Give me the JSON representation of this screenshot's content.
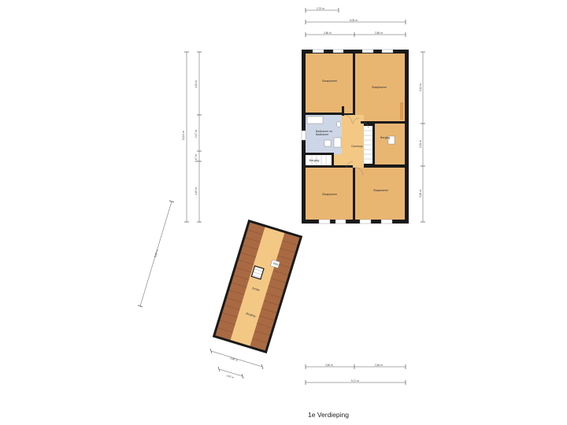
{
  "title": "1e Verdieping",
  "rooms": {
    "slaap_nw": "Slaapkamer",
    "slaap_ne": "Slaapkamer",
    "badkamer": "Badkamer en\nBadkamer",
    "overloop": "Overloop",
    "berging": "Berging",
    "trapgat": "Berging",
    "slaap_sw": "Slaapkamer",
    "slaap_se": "Slaapkamer",
    "zolder": "Zolder",
    "vide": "Vide",
    "dakkapel": "Berging"
  },
  "dimensions": {
    "top_small": "2,70 m",
    "top_total": "6,05 m",
    "top_left": "2,86 m",
    "top_right": "2,86 m",
    "left_1": "4,51 m",
    "left_2": "2,47 m",
    "left_total": "12,04 m",
    "left_3": "0,47 m",
    "left_4": "4,45 m",
    "right_1": "5,11 m",
    "right_2": "2,31 m",
    "right_3": "3,96 m",
    "diagonal": "8,90 m",
    "attic_bottom": "3,86 m",
    "attic_bottom_small": "1,63 m",
    "bottom_left": "2,60 m",
    "bottom_right": "2,84 m",
    "bottom_total": "5,71 m"
  },
  "colors": {
    "floor": "#e9b672",
    "floor_light": "#f3c885",
    "bathroom": "#cdd6e6",
    "roof": "#a96a43",
    "wall": "#1a1a1a"
  }
}
